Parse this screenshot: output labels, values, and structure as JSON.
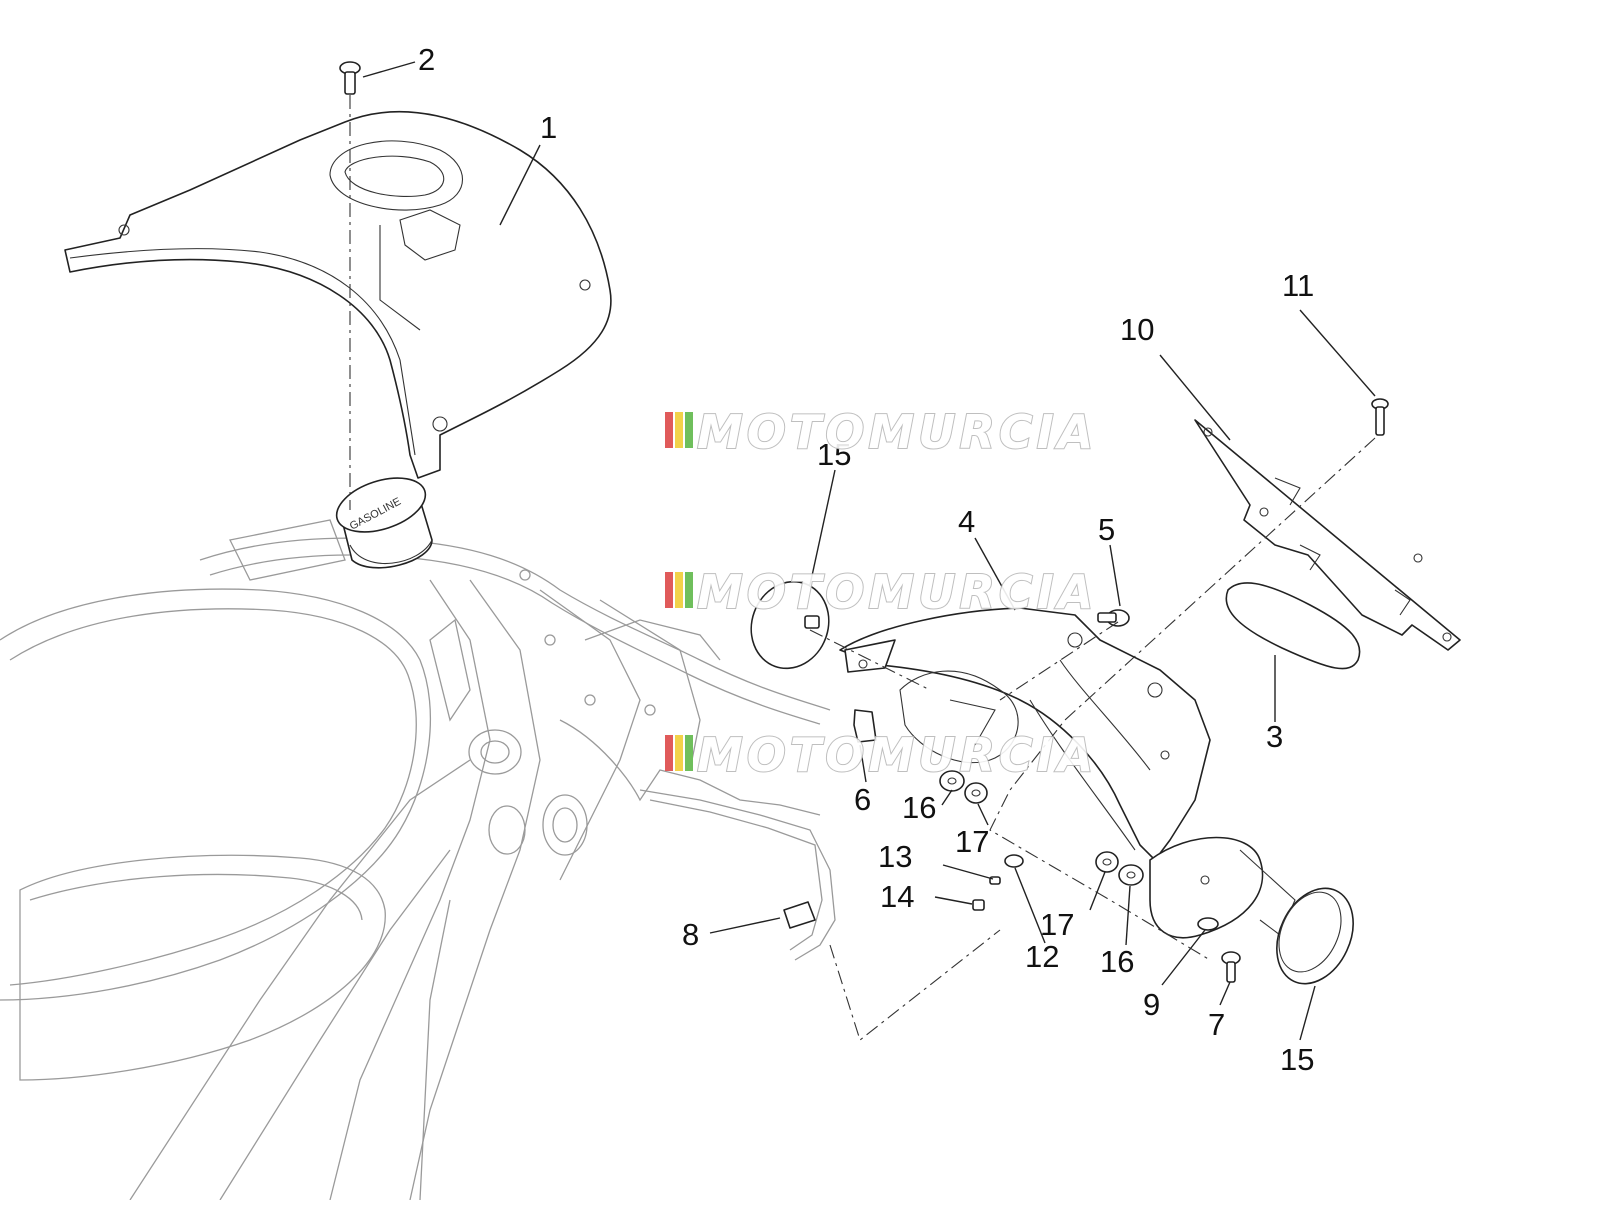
{
  "watermark": {
    "text": "MOTOMURCIA",
    "stripe_colors": [
      "#e05a5a",
      "#f2d24a",
      "#6fbf5c"
    ]
  },
  "fuel_cap_text": "GASOLINE",
  "callouts": [
    {
      "id": "1",
      "label": "1"
    },
    {
      "id": "2",
      "label": "2"
    },
    {
      "id": "3",
      "label": "3"
    },
    {
      "id": "4",
      "label": "4"
    },
    {
      "id": "5",
      "label": "5"
    },
    {
      "id": "6",
      "label": "6"
    },
    {
      "id": "7",
      "label": "7"
    },
    {
      "id": "8",
      "label": "8"
    },
    {
      "id": "9",
      "label": "9"
    },
    {
      "id": "10",
      "label": "10"
    },
    {
      "id": "11",
      "label": "11"
    },
    {
      "id": "12",
      "label": "12"
    },
    {
      "id": "13",
      "label": "13"
    },
    {
      "id": "14",
      "label": "14"
    },
    {
      "id": "15a",
      "label": "15"
    },
    {
      "id": "15b",
      "label": "15"
    },
    {
      "id": "16a",
      "label": "16"
    },
    {
      "id": "16b",
      "label": "16"
    },
    {
      "id": "17a",
      "label": "17"
    },
    {
      "id": "17b",
      "label": "17"
    }
  ]
}
